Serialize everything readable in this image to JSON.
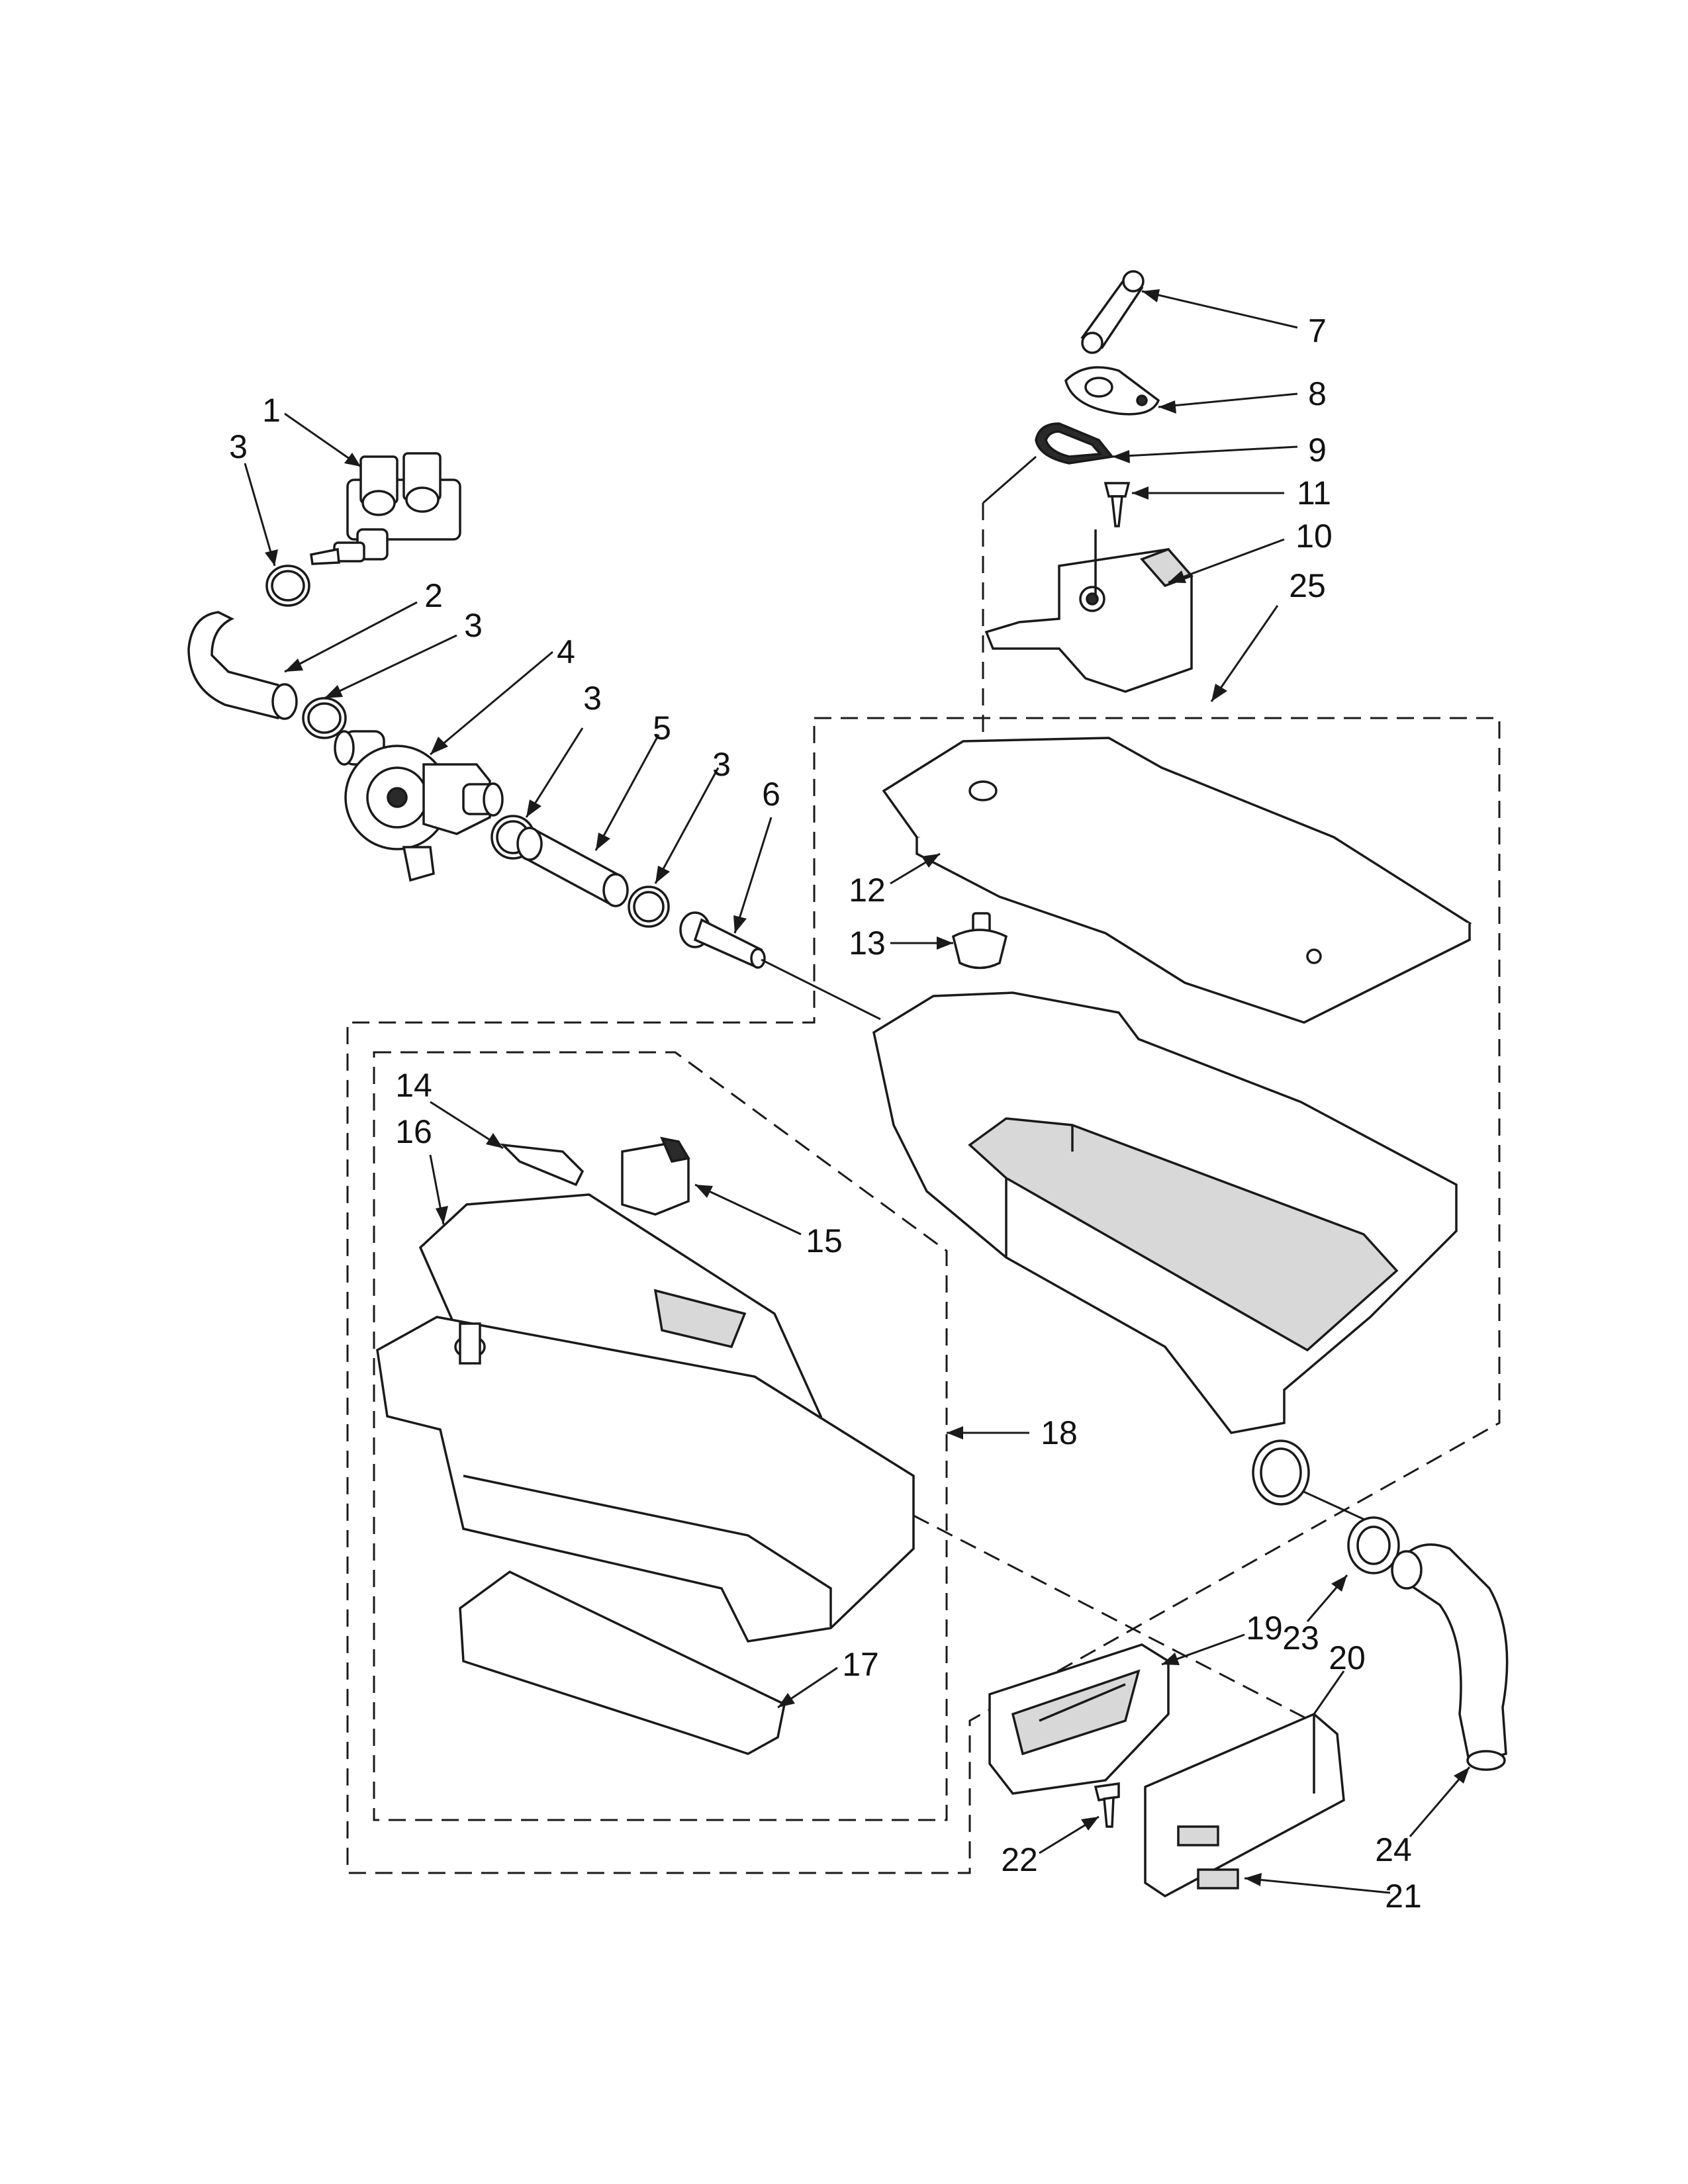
{
  "diagram": {
    "callouts": [
      {
        "id": "c1",
        "text": "1"
      },
      {
        "id": "c3a",
        "text": "3"
      },
      {
        "id": "c2",
        "text": "2"
      },
      {
        "id": "c3b",
        "text": "3"
      },
      {
        "id": "c4",
        "text": "4"
      },
      {
        "id": "c3c",
        "text": "3"
      },
      {
        "id": "c5",
        "text": "5"
      },
      {
        "id": "c3d",
        "text": "3"
      },
      {
        "id": "c6",
        "text": "6"
      },
      {
        "id": "c7",
        "text": "7"
      },
      {
        "id": "c8",
        "text": "8"
      },
      {
        "id": "c9",
        "text": "9"
      },
      {
        "id": "c11",
        "text": "11"
      },
      {
        "id": "c10",
        "text": "10"
      },
      {
        "id": "c25",
        "text": "25"
      },
      {
        "id": "c12",
        "text": "12"
      },
      {
        "id": "c13",
        "text": "13"
      },
      {
        "id": "c14",
        "text": "14"
      },
      {
        "id": "c16",
        "text": "16"
      },
      {
        "id": "c15",
        "text": "15"
      },
      {
        "id": "c18",
        "text": "18"
      },
      {
        "id": "c17",
        "text": "17"
      },
      {
        "id": "c19",
        "text": "19"
      },
      {
        "id": "c23",
        "text": "23"
      },
      {
        "id": "c20",
        "text": "20"
      },
      {
        "id": "c22",
        "text": "22"
      },
      {
        "id": "c24",
        "text": "24"
      },
      {
        "id": "c21",
        "text": "21"
      }
    ]
  }
}
